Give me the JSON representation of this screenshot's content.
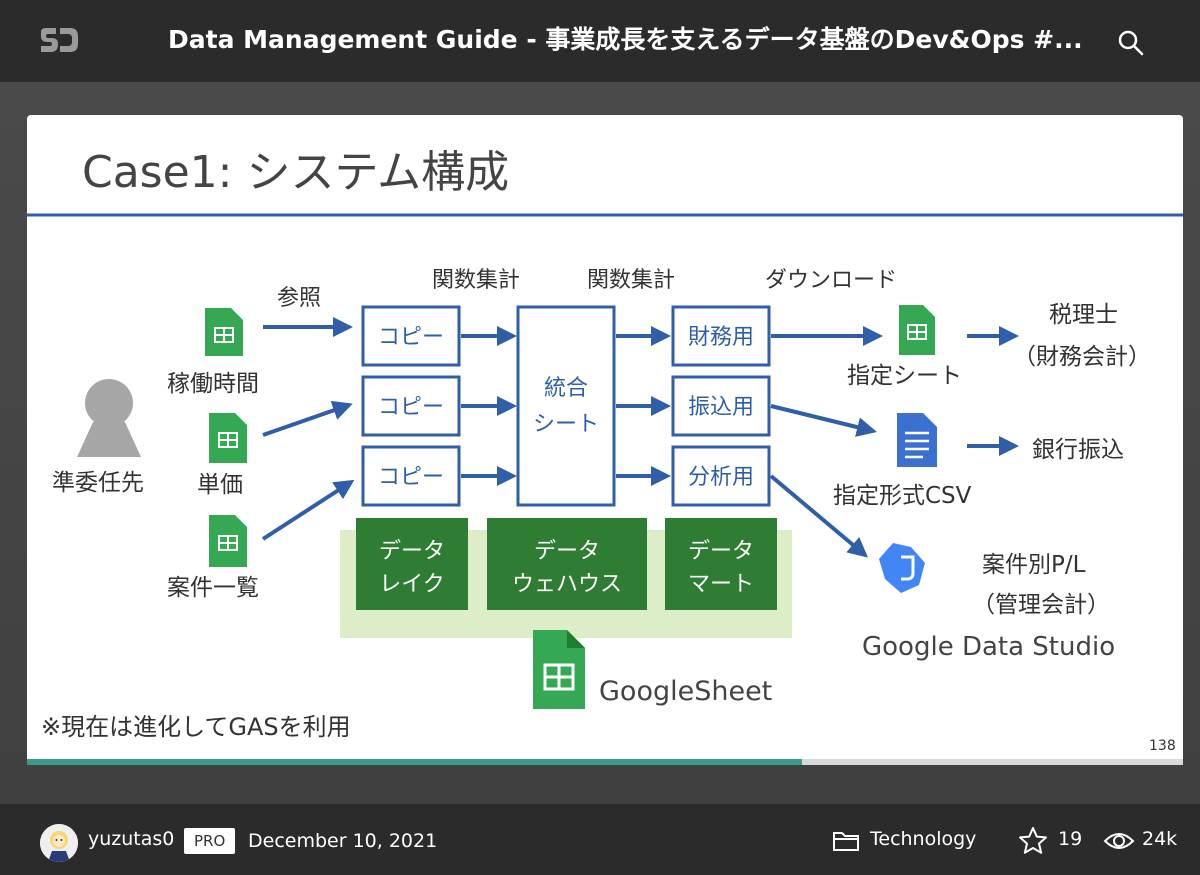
{
  "header": {
    "title": "Data Management Guide - 事業成長を支えるデータ基盤のDev&Ops #...",
    "logo_icon": "speakerdeck-logo-icon",
    "search_icon": "search-icon"
  },
  "slide": {
    "heading": "Case1: システム構成",
    "page_number": "138",
    "note": "※現在は進化してGASを利用",
    "source_label": "準委任先",
    "inputs": [
      "稼働時間",
      "単価",
      "案件一覧"
    ],
    "ref_label": "参照",
    "agg_label_1": "関数集計",
    "agg_label_2": "関数集計",
    "download_label": "ダウンロード",
    "copy_boxes": [
      "コピー",
      "コピー",
      "コピー"
    ],
    "integrated_sheet": [
      "統合",
      "シート"
    ],
    "marts": [
      "財務用",
      "振込用",
      "分析用"
    ],
    "layers": [
      [
        "データ",
        "レイク"
      ],
      [
        "データ",
        "ウェハウス"
      ],
      [
        "データ",
        "マート"
      ]
    ],
    "googlesheet_label": "GoogleSheet",
    "outputs": {
      "sheet_label": "指定シート",
      "csv_label": "指定形式CSV",
      "gds_label": "Google Data Studio"
    },
    "destinations": {
      "tax": [
        "税理士",
        "（財務会計）"
      ],
      "bank": "銀行振込",
      "pl": [
        "案件別P/L",
        "（管理会計）"
      ]
    },
    "colors": {
      "arrow": "#2f5fa8",
      "box_border": "#2f5fa8",
      "layer_green": "#2e7d32",
      "layer_bg": "#dcedc8",
      "sheet_green": "#34a853",
      "doc_blue": "#3b6fd1",
      "gds_blue": "#4285f4",
      "rule": "#2f5fa8"
    }
  },
  "progress": {
    "fraction": 0.67,
    "color": "#3d9a8b"
  },
  "footer": {
    "username": "yuzutas0",
    "badge": "PRO",
    "date": "December 10, 2021",
    "category": "Technology",
    "stars": "19",
    "views": "24k"
  }
}
